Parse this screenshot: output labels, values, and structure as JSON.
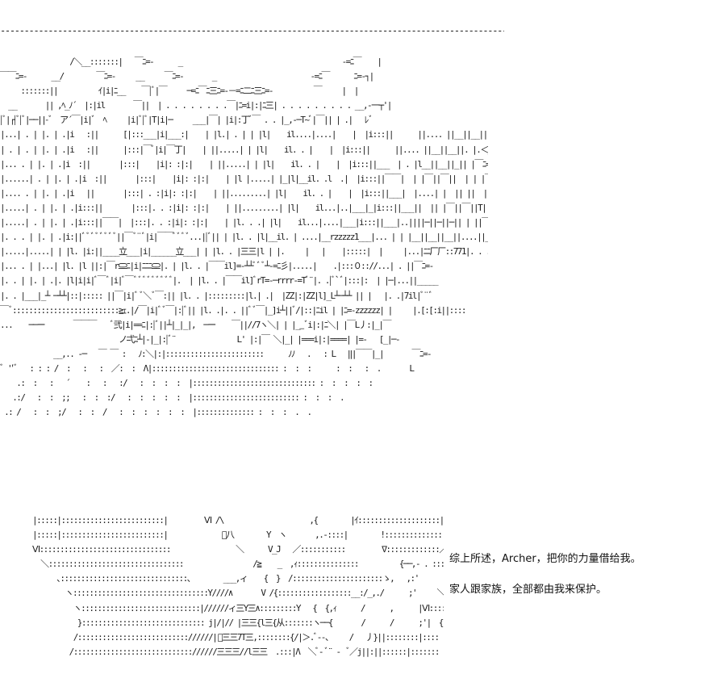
{
  "divider": "--------------------------------------------------------------------------------------------------------------------------------------",
  "scene_art": [
    "                 /＼__:::::::|   ￣ﾆ=-      _                                       -=ﾆ￣    |",
    "￣￣ﾆ=-      __/        ￣ﾆ=-     __     ￣ﾆ=-       _                       -=ﾆ￣      ﾆ=-┐|",
    "     :::::::||          ｲ|i|ﾆ__    ￣|ﾞ|￣     ─=ﾆ￣ﾆ三ﾆ=-－=ﾆ二ﾆ三ﾆ=-          ￣     |  |",
    "  __       || ,ﾍ_ﾉ´  |:|il       ￣||  | . . . . . . . .￣|ﾆ=i|:|ﾆ三| . . . . . . . . . __,-一┬'|",
    "|ﾞ|┌|ﾞ|ﾞ|──||-ﾞ  ア´￣|i|ﾞ  ﾍ     |i|ﾞ|ﾞ|T|i|─     ___|￣| |i|:丁ﾞ￣ . . |_,-─T~ﾞ|￣|| | .|   ﾚﾞ",
    "|...| . | |. | .|i   :||      [|:::___|i|___:|    | |l.| . | | |l|    il....|....|    |  |i:::||      ||.... ||__||__|| | . | ﾚﾞｱ´",
    "| . | . | |. | .|i   :||      |:::|￣ﾞ|i|￣丁|    | ||.....| | |l|    il. . |    |  |i:::||      ||.... ||__||__||. |.＜_彡'",
    "|... . | |. | .|i  :||       |:::|    |i|: :|:|    | ||.....| | |l|    il. . |    |  |i:::||___  | . |l__||__||_|| |￣ﾆ=-",
    "|......| . | |. | .|i  :||       |:::|    |i|: :|:|    | |l |.....| |_|l|__il. .l  .|  |i:::||￣￣|  | |￣||￣||  | | |￣ﾆ=-",
    "|.... . | |. | .|i   ||       |:::| . :|i|: :|:|    | ||.........| |l|    il. . |    |  |i:::||___|  |....| |  || ||  | | |─-_.─",
    "|.....| . | |. | .|i:::||       |:::|. . :|i|: :|:|    | ||.........| |l|    il...|..|___|_|i:::||___||  || |￣||￣||T| ||_____",
    "|.....| . | |. | .|i:::||￣￣|  |:::|. . :|i|: :|:|    | |l. . .| |l|    il...|....|___|i:::||___|..||||─||─||─|| | ||￣￣",
    "|. . . | |. | .|i:||ﾞﾞﾞﾞﾞﾞﾞﾞ||￣ﾞ¨ﾞ|i|￣￣ﾞﾞﾞﾞ...||ﾞ|| | |l. . |l|__il. | ....|__rzzzzz1___|... | | |__||__||__||....||___",
    "|.....|.....| | |l. |i:||____立___|i|______立___| | |l. . |三三|l | |.     |   |    |:::::|  |     |...|ﾆﾆ厂厂::771|. . .||￣ﾆ=-",
    "|... . | |...| |l. |l ||:|￣r⊆⊇ﾆ|i|ﾆﾆﾆ⊆⊇|. | |l. . |￣￣il]=-┴┴ﾞﾞﾞ┴-=ﾆ彡|.....|    .|:::０:://...| . ||￣ﾆ=-",
    "|. . | |. | .|. |l|i|i|ﾞ￣ﾞ|i|ﾞ￣ﾞﾞﾞﾞﾞﾞﾞﾞﾞ|.  | |l. . |￣￣il]ﾞrT=-─rrrr-=Tﾞ¨|. .|ﾞ`ﾞ|:::|:  | |─|...||_____",
    "|. . |___|_┴ ─┴┴|::|::::: ||￣|i|ﾞ ﾞ＼ﾞ￣:|| |l. . |:::::::::|l.| .|  |ZZ|:|ZZ|l]_L┴─┴┴ || |   |. .|7il|ﾞ¨ﾞ",
    "￣ﾞ::::::::::::::::::::::::::≧ｪ.|/￣|i|ﾞﾞ￣|:|ﾞ|| |l. .|. . ||ﾞﾞ￣|_]i┴||ﾞ/|::|ﾆil | |ﾆ=-zzzzzz| |     |.[:[:i||::::",
    "...    ──ー       ￣￣￣    ﾞ弐|i|==ﾆ|:|ﾞ||┴|_|_|,  ─ー    ￣||//7ヽ＼| | |__ﾞi|:|ﾆ＼| |￣L丿:|_|￣",
    "                             ノ弌ﾆ┴|-|_|:|ﾞ¨               L' |:|￣ ＼|_| |===i|:|====| |=-   [_|─-",
    "             __,.. -─   ￣ ￣ :   ﾉ:＼|:|::::::::::::::::::::::::      ﾉﾉ   .   : L   ‖|￣￣|_|       ￣ﾆ=-",
    "ﾞ ''ﾞ   : : : /  :   :   :  ／:  :  Λ|::::::::::::::::::::::::::::::: :  :  :      :  :   :  .       L                   :  :  :",
    "    .:  :   :   ´    :   :   :/   :  :  :  :  |:::::::::::::::::::::::::::::: :  :  :  :  :",
    "   .:/   :  :  ;;   :  :  :/   :  :  :  :  :  |:::::::::::::::::::::::::: :  :  :  .",
    " .: /   :  :  ;/   :  :  /   :  :  :  :  :  :  |:::::::::::::: :  :  :  .  ."
  ],
  "figure_art": [
    "|:::::|:::::::::::::::::::::::::|         Ⅵ /\\                     ,{        |ｲ::::::::::::::::::::|::::::::::::::::::::::::,'",
    "|:::::|:::::::::::::::::::::::::|             ﾞ八        Y  ヽ       ,.-::::|        !:::::::::::::::::::／::::::::::::::::::::::/",
    "Ⅵ::::::::::::::::::::::::::::::::                ＼      V_J   ／:::::::::::         ∇:::::::::::::／::::::::::::::::::::::,'",
    "  ＼:::::::::::::::::::::::::::::::::                 /≧    _  ,ｨ:::::::::::::::          {──,- . :::::::::::::::::::::::/",
    "      ､:::::::::::::::::::::::::::::::、       ___,ィ    {  }  /::::::::::::::::::::::ゝ,   ,:'        ヽ/＞.:::::::::::ｲ",
    "        ヽ:::::::::::::::::::::::::::::::::Y////∧       V /{::::::::::::::::::__:/_,./      ;'     ＼ヽ}::::/|",
    "          ヽ:::::::::::::::::::::::::::::|//////ィ三Y三∧:::::::::Y   {  {,ｨ      /      ,      |Ⅵ::::::!",
    "           }:::::::::::::::::::::::::::::: j|/|// |三三{l三{从:::::::ヽ──{       /      /      ;'|  {:::::::::",
    "          /::::::::::::::::::::::::::://////|ﾞ三三7T三,::::::::{/|＞.ﾞ‐-、    /   丿}||::::::::|::::",
    "         /::::::::::::::::::::::::::::://////三三三//l三三  .:::|Λ  ＼ﾞ‐ ﾞ¨ ‐  ﾞ／j||:||::::::|:::::::"
  ],
  "dialogue": [
    "综上所述，Archer，把你的力量借给我。",
    "家人跟家族，全部都由我来保护。"
  ]
}
